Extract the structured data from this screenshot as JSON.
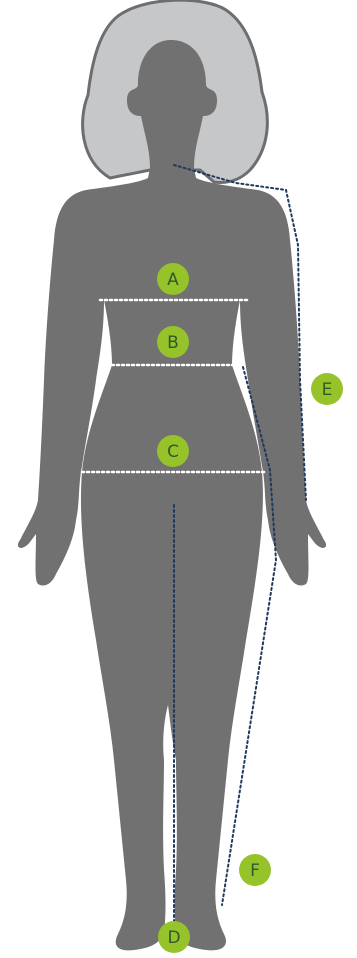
{
  "colors": {
    "silhouette": "#717171",
    "hair": "#c6c7c9",
    "hair_outline": "#6d6e71",
    "dotted_white": "#ffffff",
    "dotted_navy": "#1e3a5c",
    "badge_fill": "#96c32a",
    "badge_text": "#2f5a2a"
  },
  "badges": {
    "a": "A",
    "b": "B",
    "c": "C",
    "d": "D",
    "e": "E",
    "f": "F"
  }
}
